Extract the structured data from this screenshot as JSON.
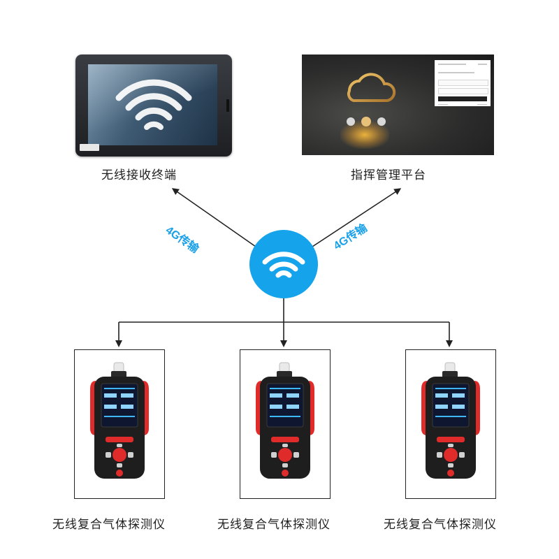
{
  "nodes": {
    "terminal": {
      "label": "无线接收终端",
      "icon": "wifi-icon"
    },
    "platform": {
      "label": "指挥管理平台",
      "icon": "cloud-icon"
    },
    "hub": {
      "icon": "wifi-icon",
      "color": "#15a4ec"
    },
    "devices": [
      {
        "label": "无线复合气体探测仪"
      },
      {
        "label": "无线复合气体探测仪"
      },
      {
        "label": "无线复合气体探测仪"
      }
    ]
  },
  "links": {
    "left": {
      "label": "4G传输"
    },
    "right": {
      "label": "4G传输"
    },
    "color": "#1aa0e8"
  }
}
